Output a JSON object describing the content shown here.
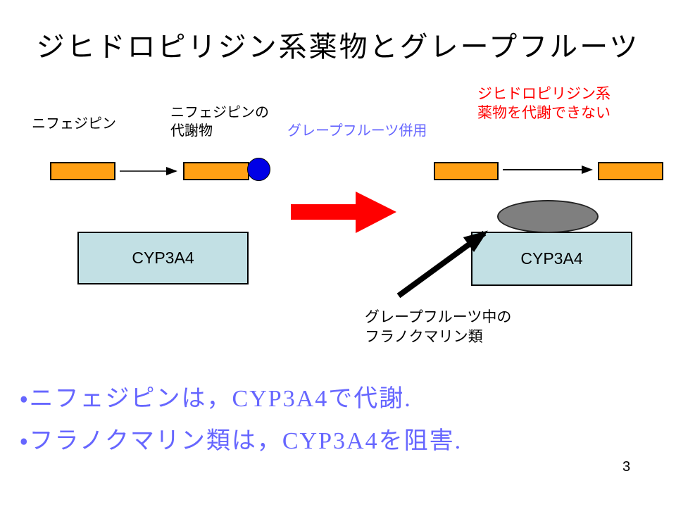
{
  "slide": {
    "title": "ジヒドロピリジン系薬物とグレープフルーツ",
    "page_number": "3"
  },
  "labels": {
    "nifedipine": "ニフェジピン",
    "metabolite_line1": "ニフェジピンの",
    "metabolite_line2": "代謝物",
    "grapefruit_combination": "グレープフルーツ併用",
    "warning_line1": "ジヒドロピリジン系",
    "warning_line2": "薬物を代謝できない",
    "enzyme_left": "CYP3A4",
    "enzyme_right": "CYP3A4",
    "inhibitor_line1": "グレープフルーツ中の",
    "inhibitor_line2": "フラノクマリン類"
  },
  "bullets": [
    "・ニフェジピンは，CYP3A4で代謝.",
    "・フラノクマリン類は，CYP3A4を阻害."
  ],
  "colors": {
    "drug_orange": "#ffa014",
    "metabolite_blue": "#0000e6",
    "enzyme_fill": "#c2e0e4",
    "inhibitor_gray": "#7f7f7f",
    "warning_red": "#ff0000",
    "emphasis_blue": "#6666ff"
  }
}
